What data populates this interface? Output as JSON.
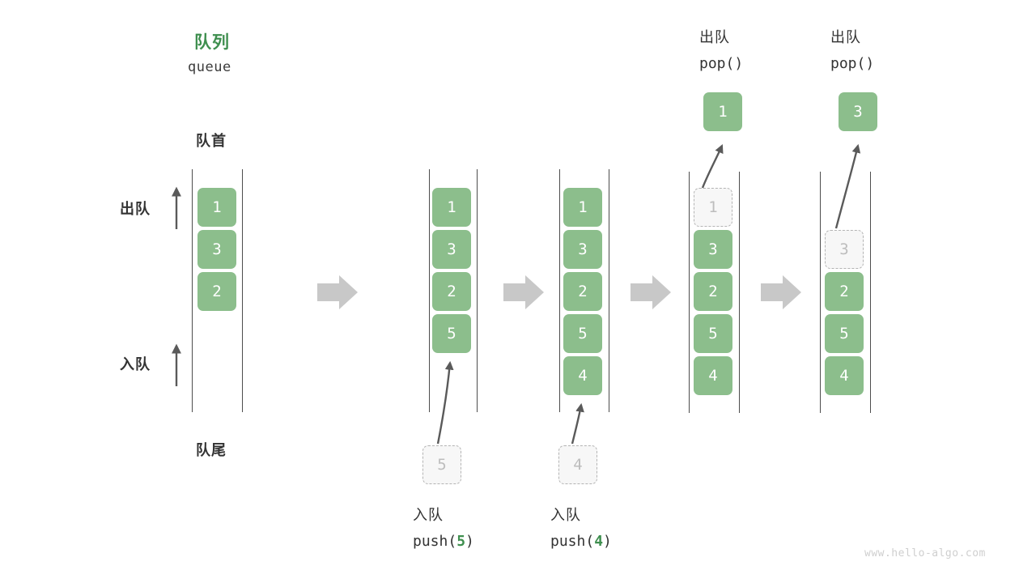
{
  "diagram": {
    "title_cn": "队列",
    "title_en": "queue",
    "head_label": "队首",
    "tail_label": "队尾",
    "dequeue_label": "出队",
    "enqueue_label": "入队",
    "watermark": "www.hello-algo.com",
    "accent_color": "#3f8f4f",
    "cell_color": "#8cbe8c",
    "ghost_color": "#f7f7f7",
    "arrow_color": "#c8c8c8"
  },
  "columns": [
    {
      "id": "initial",
      "caption_cn": "",
      "caption_code": "",
      "cells": [
        {
          "value": "1",
          "state": "filled"
        },
        {
          "value": "3",
          "state": "filled"
        },
        {
          "value": "2",
          "state": "filled"
        }
      ],
      "incoming": null,
      "popped": null
    },
    {
      "id": "push-5",
      "caption_cn": "入队",
      "caption_code_prefix": "push(",
      "caption_code_num": "5",
      "caption_code_suffix": ")",
      "cells": [
        {
          "value": "1",
          "state": "filled"
        },
        {
          "value": "3",
          "state": "filled"
        },
        {
          "value": "2",
          "state": "filled"
        },
        {
          "value": "5",
          "state": "filled"
        }
      ],
      "incoming": {
        "value": "5",
        "state": "ghost"
      },
      "popped": null
    },
    {
      "id": "push-4",
      "caption_cn": "入队",
      "caption_code_prefix": "push(",
      "caption_code_num": "4",
      "caption_code_suffix": ")",
      "cells": [
        {
          "value": "1",
          "state": "filled"
        },
        {
          "value": "3",
          "state": "filled"
        },
        {
          "value": "2",
          "state": "filled"
        },
        {
          "value": "5",
          "state": "filled"
        },
        {
          "value": "4",
          "state": "filled"
        }
      ],
      "incoming": {
        "value": "4",
        "state": "ghost"
      },
      "popped": null
    },
    {
      "id": "pop-1",
      "caption_cn": "出队",
      "caption_code_prefix": "pop(",
      "caption_code_num": "",
      "caption_code_suffix": ")",
      "cells": [
        {
          "value": "1",
          "state": "ghost"
        },
        {
          "value": "3",
          "state": "filled"
        },
        {
          "value": "2",
          "state": "filled"
        },
        {
          "value": "5",
          "state": "filled"
        },
        {
          "value": "4",
          "state": "filled"
        }
      ],
      "incoming": null,
      "popped": {
        "value": "1",
        "state": "filled"
      }
    },
    {
      "id": "pop-3",
      "caption_cn": "出队",
      "caption_code_prefix": "pop(",
      "caption_code_num": "",
      "caption_code_suffix": ")",
      "cells": [
        {
          "value": "3",
          "state": "ghost"
        },
        {
          "value": "2",
          "state": "filled"
        },
        {
          "value": "5",
          "state": "filled"
        },
        {
          "value": "4",
          "state": "filled"
        }
      ],
      "incoming": null,
      "popped": {
        "value": "3",
        "state": "filled"
      }
    }
  ]
}
